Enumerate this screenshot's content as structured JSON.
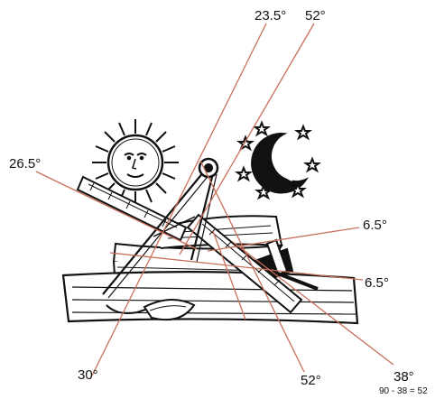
{
  "labels": {
    "top_left_angle": "23.5°",
    "top_right_angle": "52°",
    "left_angle": "26.5°",
    "right_upper_angle": "6.5°",
    "right_lower_angle": "6.5°",
    "bottom_left_angle": "30°",
    "bottom_middle_angle": "52°",
    "bottom_right_angle": "38°",
    "equation": "90 - 38 = 52"
  },
  "colors": {
    "line": "#c8705a",
    "ink": "#111111",
    "background": "#ffffff"
  },
  "icons": [
    "sun-icon",
    "moon-icon",
    "star-icon",
    "compass-icon",
    "square-icon",
    "book-icon",
    "trowel-icon",
    "mallet-icon"
  ]
}
